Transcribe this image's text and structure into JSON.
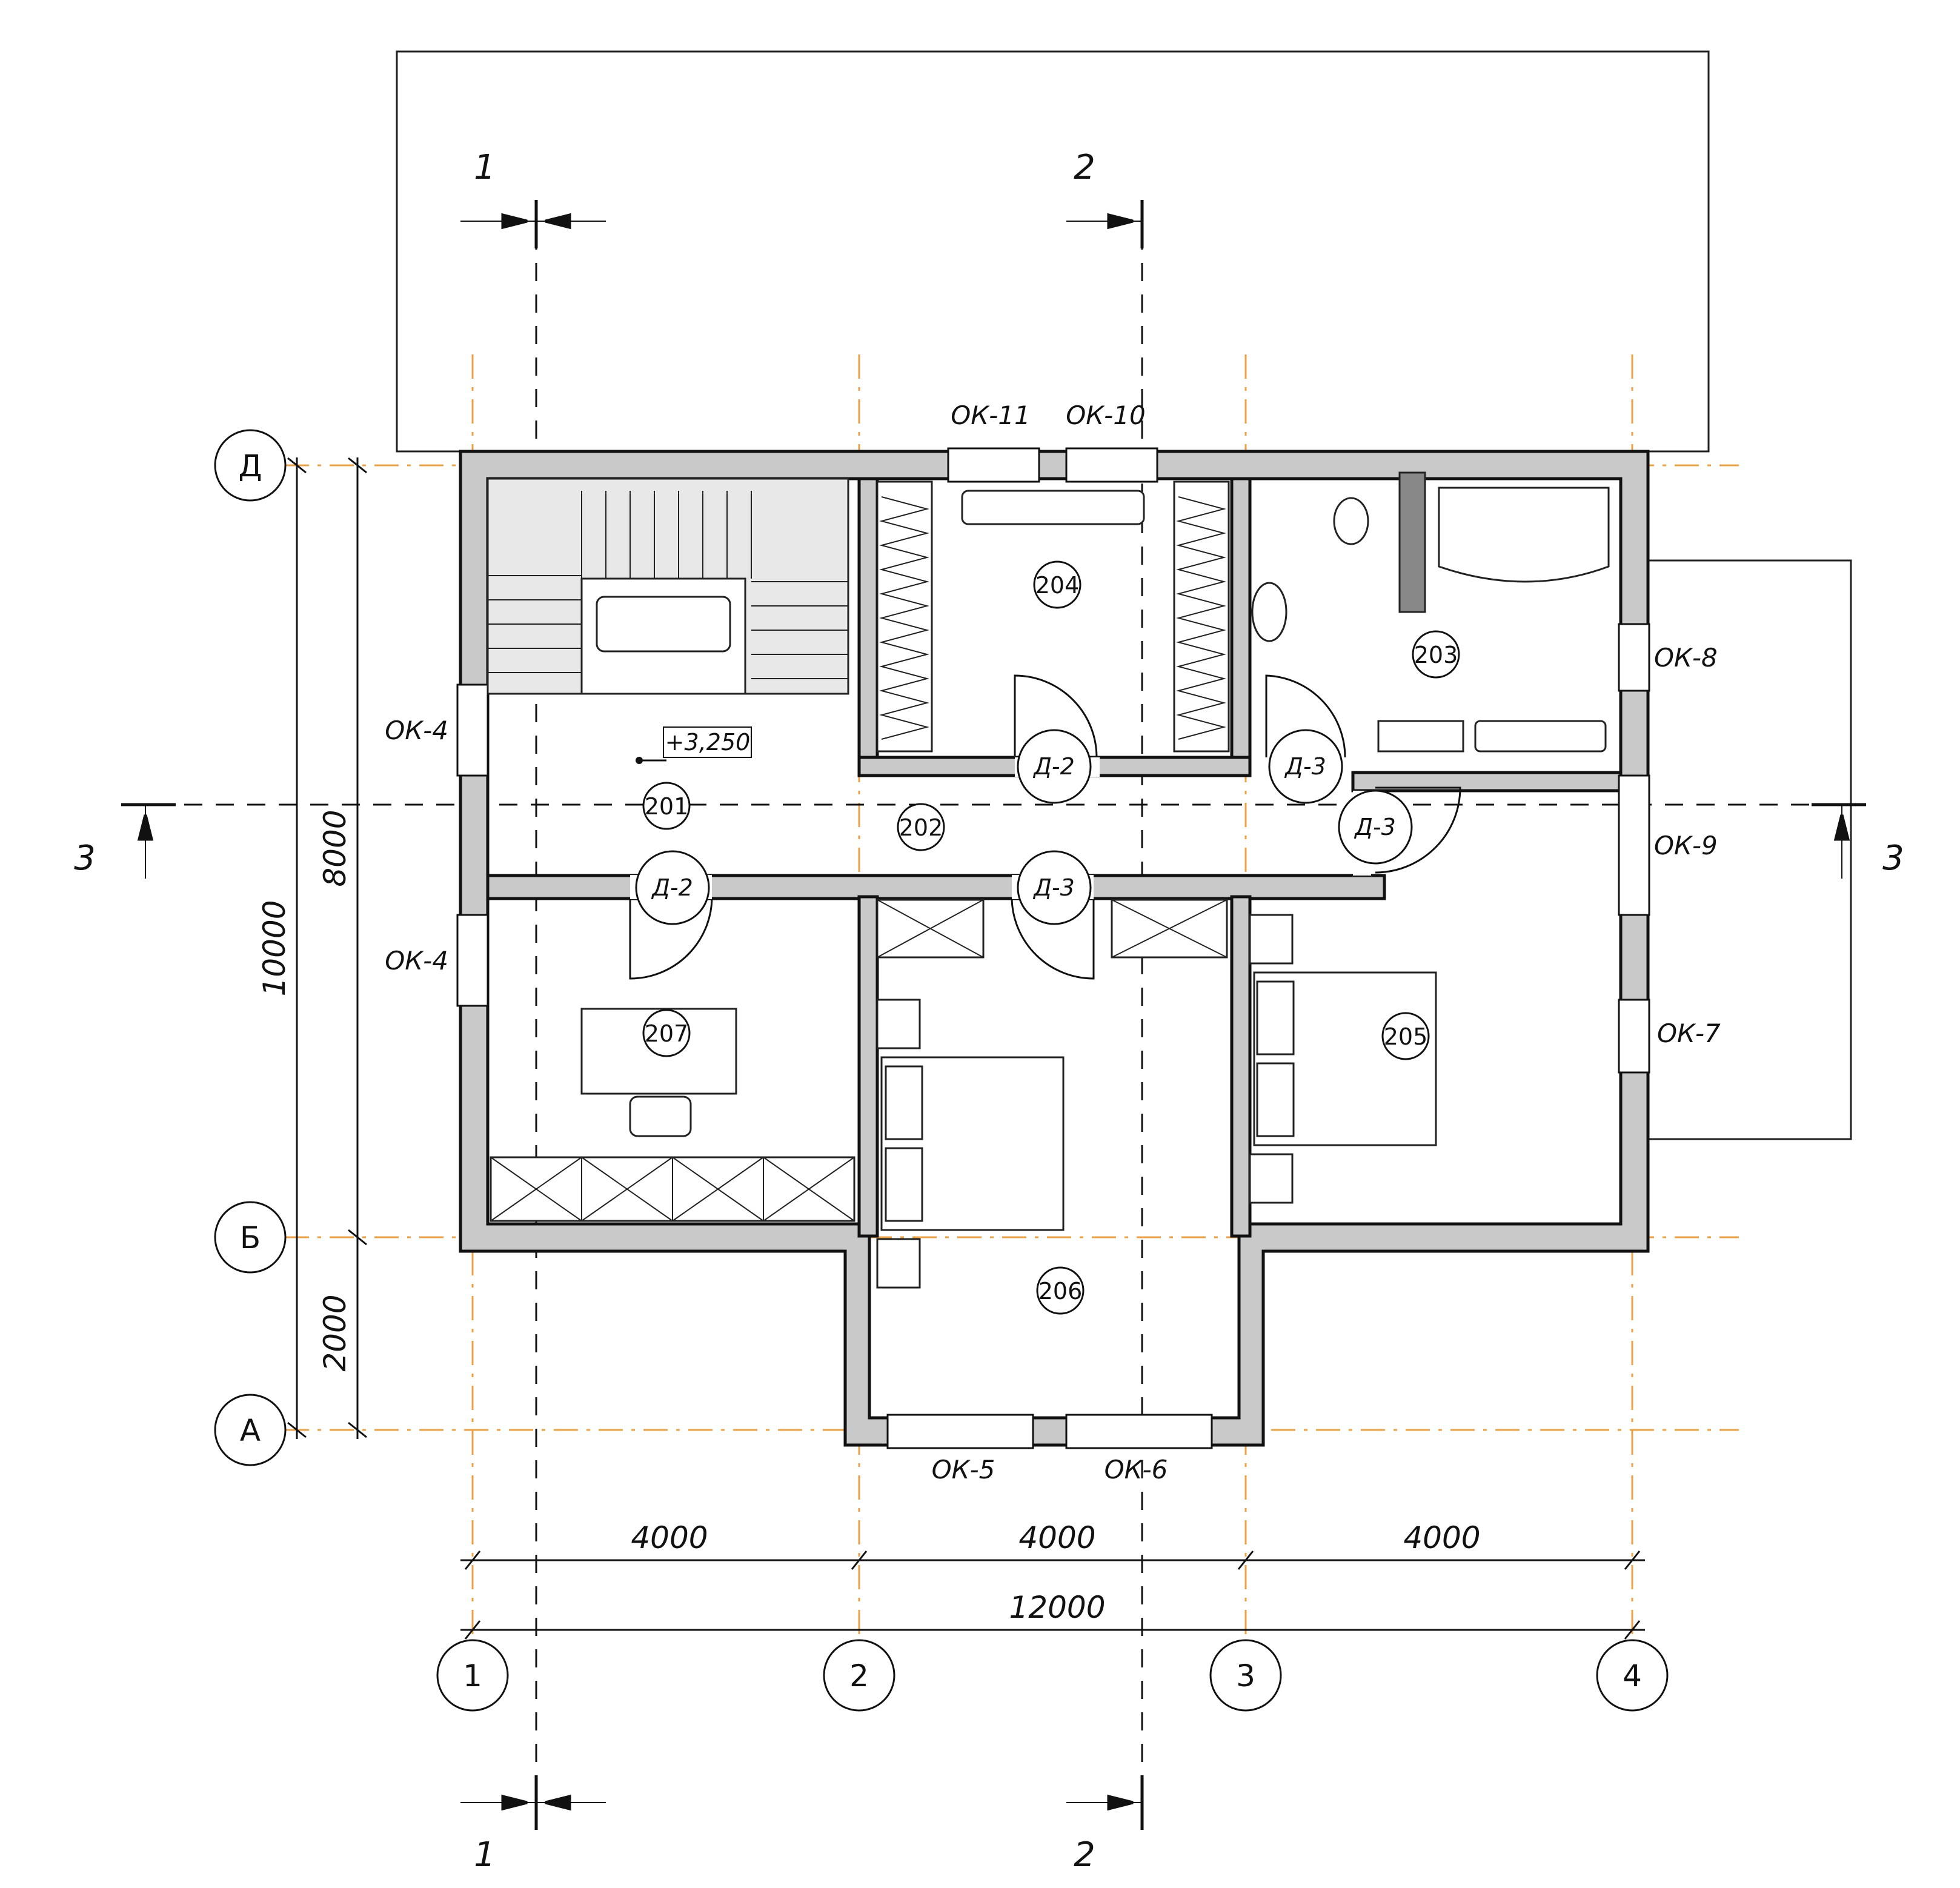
{
  "axes": {
    "vertical": [
      "1",
      "2",
      "3",
      "4"
    ],
    "horizontal": [
      "Д",
      "Б",
      "А"
    ]
  },
  "section_marks": {
    "s1": "1",
    "s2": "2",
    "s3": "3"
  },
  "dimensions": {
    "bottom_spans": [
      "4000",
      "4000",
      "4000"
    ],
    "bottom_total": "12000",
    "left_spans": [
      "8000",
      "2000"
    ],
    "left_total": "10000"
  },
  "elevation": "+3,250",
  "rooms": [
    "201",
    "202",
    "203",
    "204",
    "205",
    "206",
    "207"
  ],
  "windows": [
    "ОК-11",
    "ОК-10",
    "ОК-8",
    "ОК-9",
    "ОК-7",
    "ОК-4",
    "ОК-4",
    "ОК-5",
    "ОК-6"
  ],
  "doors": [
    "Д-2",
    "Д-3",
    "Д-3",
    "Д-2",
    "Д-3"
  ]
}
